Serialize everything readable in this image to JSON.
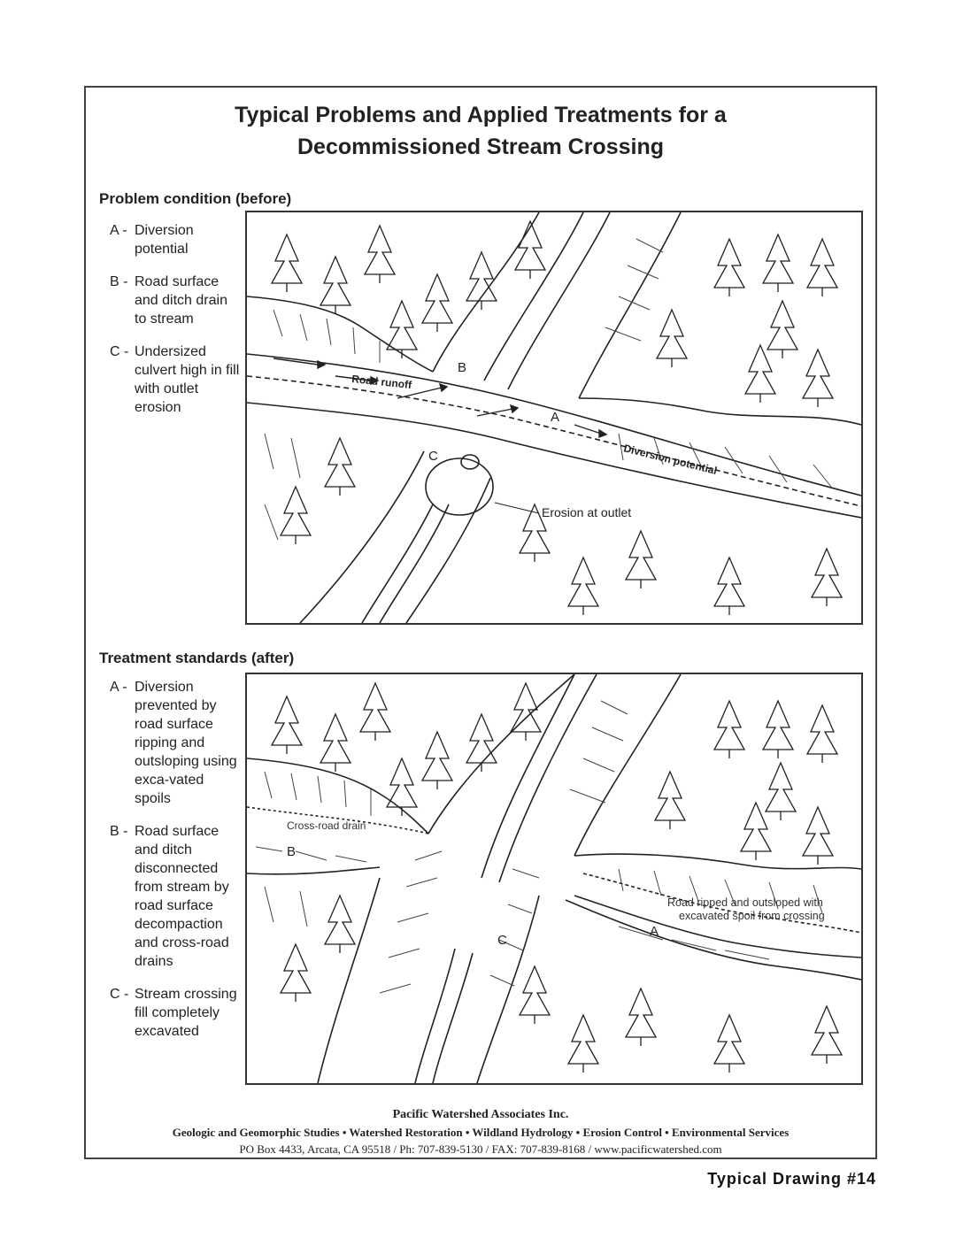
{
  "title_line1": "Typical Problems and Applied Treatments for a",
  "title_line2": "Decommissioned Stream Crossing",
  "before": {
    "heading": "Problem condition (before)",
    "legend": [
      {
        "letter": "A -",
        "text": "Diversion potential"
      },
      {
        "letter": "B -",
        "text": "Road surface and ditch drain to stream"
      },
      {
        "letter": "C -",
        "text": "Undersized culvert high in fill with outlet erosion"
      }
    ],
    "labels": {
      "a": "A",
      "b": "B",
      "c": "C",
      "road_runoff": "Road runoff",
      "diversion_potential": "Diversion potential",
      "erosion_at_outlet": "Erosion at outlet"
    }
  },
  "after": {
    "heading": "Treatment standards (after)",
    "legend": [
      {
        "letter": "A -",
        "text": "Diversion prevented by road surface ripping and outsloping using exca-vated spoils"
      },
      {
        "letter": "B -",
        "text": "Road surface and ditch disconnected from stream by road surface decompaction and cross-road drains"
      },
      {
        "letter": "C -",
        "text": "Stream crossing fill completely excavated"
      }
    ],
    "labels": {
      "a": "A",
      "b": "B",
      "c": "C",
      "cross_road_drain": "Cross-road drain",
      "ripped_line1": "Road ripped and outsloped with",
      "ripped_line2": "excavated spoil from crossing"
    }
  },
  "footer": {
    "company": "Pacific Watershed Associates Inc.",
    "services": "Geologic and Geomorphic Studies • Watershed Restoration • Wildland Hydrology • Erosion Control • Environmental Services",
    "contact": "PO Box 4433, Arcata, CA  95518 / Ph: 707-839-5130 / FAX: 707-839-8168 / www.pacificwatershed.com"
  },
  "drawing_id": "Typical Drawing #14"
}
